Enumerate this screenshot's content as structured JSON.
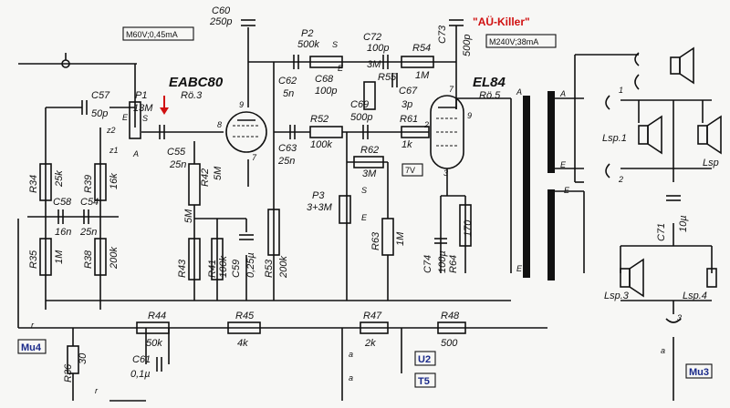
{
  "annotations": {
    "title_red": "\"AÜ-Killer\"",
    "arrow_color": "#d01010",
    "mu4": "Mu4",
    "mu3": "Mu3",
    "u2": "U2",
    "t5": "T5"
  },
  "boxes": {
    "m60": "M60V;0,45mA",
    "m240": "M240V;38mA",
    "v7": "7V"
  },
  "tubes": {
    "eabc80": "EABC80",
    "eabc80_ref": "Rö.3",
    "el84": "EL84",
    "el84_ref": "Rö.5"
  },
  "components": {
    "C60": "C60",
    "C60v": "250p",
    "P2": "P2",
    "P2v": "500k",
    "C72": "C72",
    "C72v": "100p",
    "R54": "R54",
    "R54v": "1M",
    "C73": "C73",
    "C73v": "500p",
    "C57": "C57",
    "C57v": "50p",
    "P1": "P1",
    "P1v": "13M",
    "C62": "C62",
    "C62v": "5n",
    "C68": "C68",
    "C68v": "100p",
    "R55": "R55",
    "R55v": "3M",
    "C67": "C67",
    "C67v": "3p",
    "C69": "C69",
    "C69v": "500p",
    "R52": "R52",
    "R52v": "100k",
    "R61": "R61",
    "R61v": "1k",
    "C55": "C55",
    "C55v": "25n",
    "R42": "R42",
    "R42v": "5M",
    "C63": "C63",
    "C63v": "25n",
    "R62": "R62",
    "R62v": "3M",
    "R34": "R34",
    "R34v": "25k",
    "R39": "R39",
    "R39v": "16k",
    "C58": "C58",
    "C58v": "16n",
    "C54": "C54",
    "C54v": "25n",
    "P3": "P3",
    "P3v": "3+3M",
    "R35": "R35",
    "R35v": "1M",
    "R38": "R38",
    "R38v": "200k",
    "R43": "R43",
    "R43v": "5M",
    "R41": "R41",
    "R41v": "100k",
    "C59": "C59",
    "C59v": "0,25µ",
    "R53": "R53",
    "R53v": "200k",
    "R63": "R63",
    "R63v": "1M",
    "C74": "C74",
    "C74v": "100µ",
    "R64": "R64",
    "R64v": "170",
    "R44": "R44",
    "R44v": "50k",
    "R45": "R45",
    "R45v": "4k",
    "R47": "R47",
    "R47v": "2k",
    "R48": "R48",
    "R48v": "500",
    "C61": "C61",
    "C61v": "0,1µ",
    "R36": "R36",
    "R36v": "30",
    "C71": "C71",
    "C71v": "10µ"
  },
  "speakers": {
    "lsp1": "Lsp.1",
    "lsp2": "Lsp",
    "lsp3": "Lsp.3",
    "lsp4": "Lsp.4"
  },
  "pins": {
    "p9": "9",
    "p8": "8",
    "p7": "7",
    "e7": "7",
    "e9": "9",
    "e2": "2",
    "e3": "3",
    "z2": "z2",
    "z1": "z1",
    "s1": "S",
    "e1": "E",
    "a1": "A",
    "s2": "S",
    "e2b": "E",
    "s3": "S",
    "e3b": "E",
    "t1": "1",
    "t2": "2",
    "tA1": "A",
    "tA2": "A",
    "tE1": "E",
    "tE2": "E",
    "tE3": "E",
    "j3": "3",
    "ra": "r",
    "ra2": "r",
    "aa": "a",
    "aa2": "a",
    "aa3": "a"
  }
}
